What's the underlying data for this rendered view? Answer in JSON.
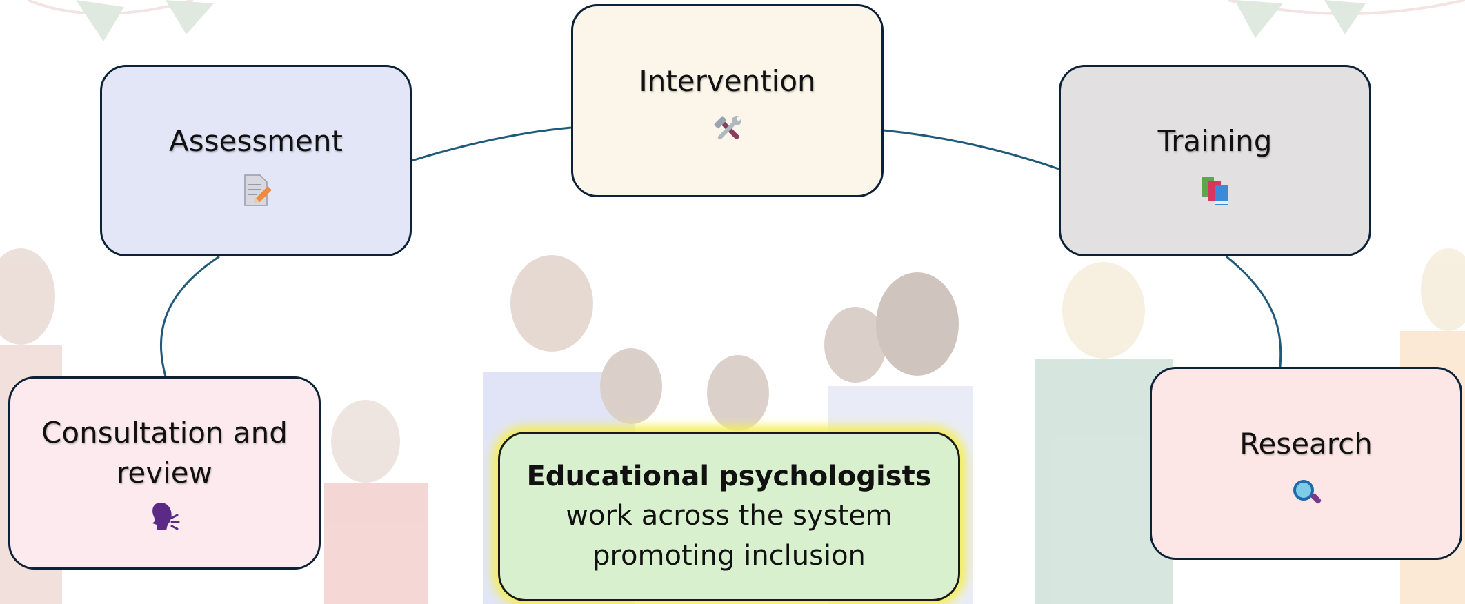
{
  "diagram": {
    "nodes": {
      "assessment": {
        "label": "Assessment",
        "icon": "memo-pencil-icon"
      },
      "intervention": {
        "label": "Intervention",
        "icon": "hammer-wrench-icon"
      },
      "training": {
        "label": "Training",
        "icon": "books-icon"
      },
      "consultation": {
        "label_line1": "Consultation and",
        "label_line2": "review",
        "icon": "speaking-head-icon"
      },
      "research": {
        "label": "Research",
        "icon": "magnifying-glass-icon"
      }
    },
    "center": {
      "title": "Educational psychologists",
      "line1": "work across the system",
      "line2": "promoting inclusion"
    },
    "colors": {
      "connector": "#1f5a7a",
      "assessment_fill": "#e2e6f7",
      "intervention_fill": "#fcf6ea",
      "training_fill": "#e2e0e0",
      "consultation_fill": "#fdeaee",
      "research_fill": "#fde6e6",
      "center_fill": "#d8f0ce",
      "center_glow": "#f4ee57"
    }
  }
}
